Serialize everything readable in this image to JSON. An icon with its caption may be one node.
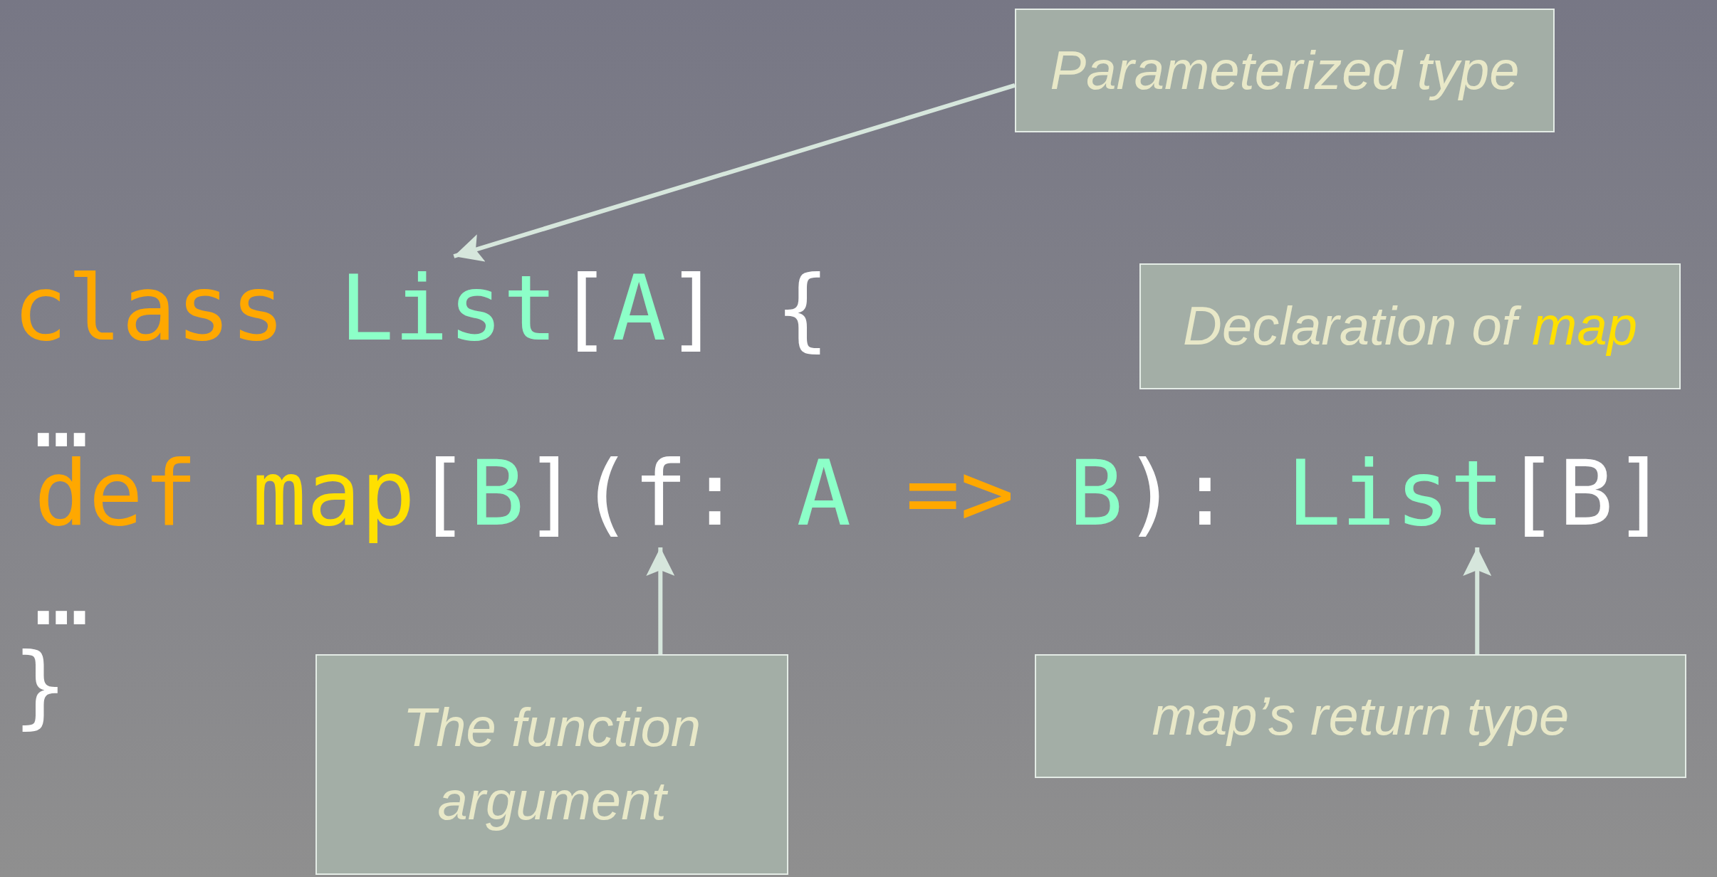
{
  "diagram": {
    "nodes": [
      {
        "text": [
          "Parameterized type"
        ]
      },
      {
        "text": [
          "Declaration of map"
        ]
      },
      {
        "text": [
          "The function argument"
        ]
      },
      {
        "text": [
          "map’s return type"
        ]
      },
      {
        "text": [
          "List[A]"
        ]
      },
      {
        "text": [
          "f"
        ]
      },
      {
        "text": [
          "List[B]"
        ]
      }
    ],
    "edges": [
      {
        "from": 0,
        "to": 4,
        "arrow": "to"
      },
      {
        "from": 2,
        "to": 5,
        "arrow": "to"
      },
      {
        "from": 3,
        "to": 6,
        "arrow": "to"
      }
    ],
    "labels": [
      "class",
      "{",
      "…",
      "def",
      "map[B](",
      ": A => B):",
      "…",
      "}"
    ]
  }
}
